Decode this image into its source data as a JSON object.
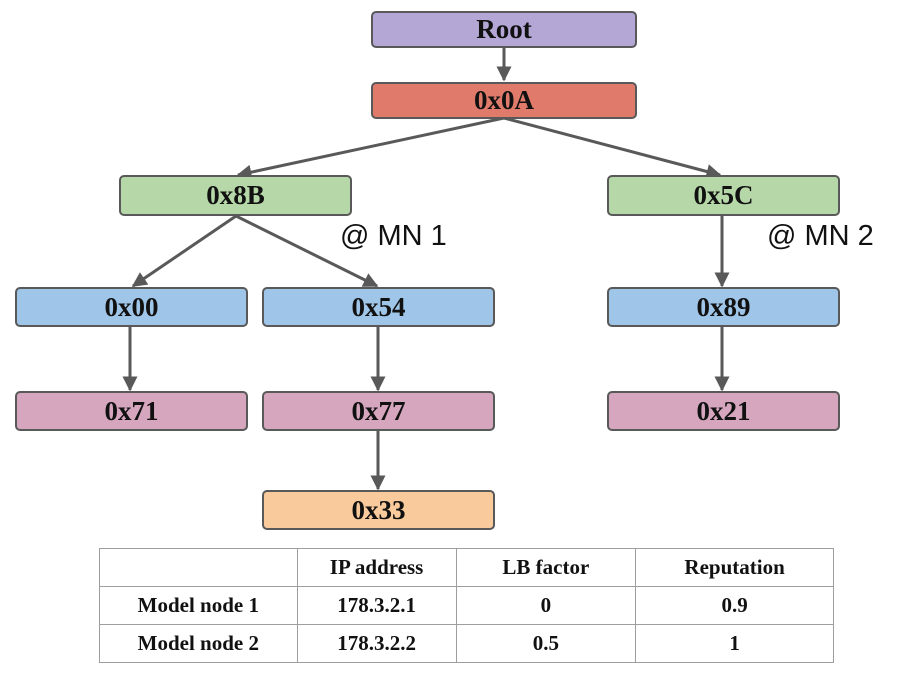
{
  "tree": {
    "root": "Root",
    "level1": "0x0A",
    "left_branch": {
      "label": "0x8B",
      "annotation": "@ MN 1",
      "children": [
        {
          "label": "0x00",
          "child": "0x71"
        },
        {
          "label": "0x54",
          "child": "0x77",
          "grandchild": "0x33"
        }
      ]
    },
    "right_branch": {
      "label": "0x5C",
      "annotation": "@ MN 2",
      "children": [
        {
          "label": "0x89",
          "child": "0x21"
        }
      ]
    }
  },
  "colors": {
    "root": "#b4a7d6",
    "level1": "#e07b6c",
    "branch": "#b6d7a8",
    "extension": "#9fc5e8",
    "leaf": "#d5a6bd",
    "deep_leaf": "#f9cb9c",
    "edge": "#595959"
  },
  "table": {
    "headers": [
      "",
      "IP address",
      "LB factor",
      "Reputation"
    ],
    "rows": [
      [
        "Model node 1",
        "178.3.2.1",
        "0",
        "0.9"
      ],
      [
        "Model node 2",
        "178.3.2.2",
        "0.5",
        "1"
      ]
    ]
  }
}
